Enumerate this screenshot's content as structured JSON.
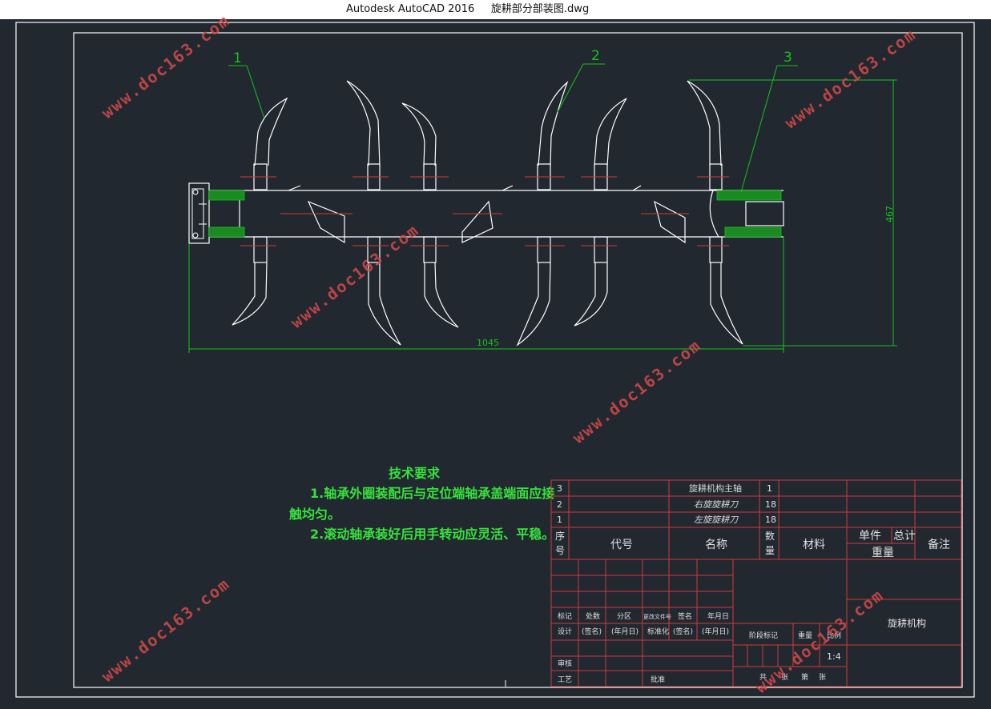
{
  "window": {
    "app_title": "Autodesk AutoCAD 2016",
    "file_name": "旋耕部分部装图.dwg"
  },
  "drawing": {
    "callouts": [
      "1",
      "2",
      "3"
    ],
    "dimensions": {
      "width": "1045",
      "height": "467"
    },
    "tech_requirements": {
      "heading": "技术要求",
      "line1": "1.轴承外圈装配后与定位端轴承盖端面应接",
      "line1_cont": "触均匀。",
      "line2": "2.滚动轴承装好后用手转动应灵活、平稳。"
    }
  },
  "bom": {
    "rows": [
      {
        "no": "3",
        "name": "旋耕机构主轴",
        "qty": "1"
      },
      {
        "no": "2",
        "name": "右旋旋耕刀",
        "qty": "18"
      },
      {
        "no": "1",
        "name": "左旋旋耕刀",
        "qty": "18"
      }
    ],
    "header": {
      "seq_top": "序",
      "seq_bottom": "号",
      "code": "代号",
      "name": "名称",
      "qty_top": "数",
      "qty_bottom": "量",
      "material": "材料",
      "unit": "单件",
      "total": "总计",
      "weight": "重量",
      "remark": "备注"
    }
  },
  "title_block": {
    "mark": "标记",
    "count": "处数",
    "zone": "分区",
    "change_doc": "更改文件号",
    "sign": "签名",
    "date": "年月日",
    "design": "设计",
    "sign_paren": "(签名)",
    "date_paren": "(年月日)",
    "standardize": "标准化",
    "sign_paren2": "(签名)",
    "date_paren2": "(年月日)",
    "review": "审核",
    "process": "工艺",
    "approve": "批准",
    "stage_mark": "阶段标记",
    "weight": "重量",
    "scale": "比例",
    "scale_value": "1:4",
    "sheet_total": "共",
    "sheet_word": "张",
    "sheet_no": "第",
    "drawing_name": "旋耕机构"
  },
  "watermark": {
    "text": "www.doc163.com"
  },
  "colors": {
    "background": "#212830",
    "frame": "#ffffff",
    "green": "#19c21b",
    "red": "#d33a3a",
    "text_green": "#37e23c"
  }
}
